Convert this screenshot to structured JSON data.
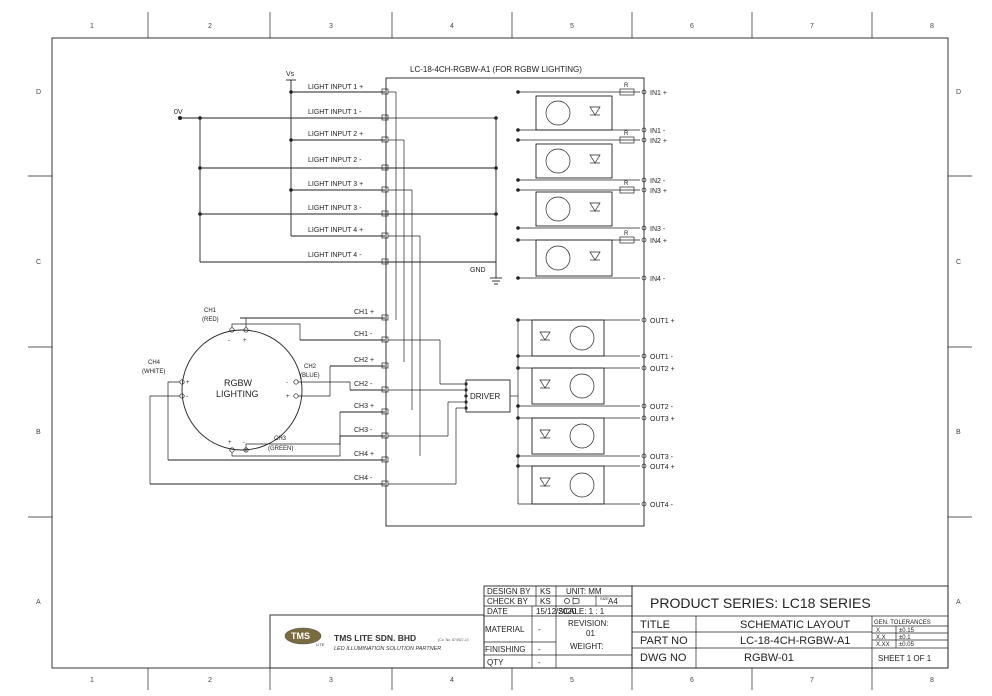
{
  "grid": {
    "cols": [
      "1",
      "2",
      "3",
      "4",
      "5",
      "6",
      "7",
      "8"
    ],
    "rows": [
      "D",
      "C",
      "B",
      "A"
    ]
  },
  "schematic": {
    "title": "LC-18-4CH-RGBW-A1 (FOR RGBW LIGHTING)",
    "vs": "Vs",
    "zero_v": "0V",
    "gnd": "GND",
    "driver": "DRIVER",
    "light_inputs": [
      "LIGHT INPUT 1 +",
      "LIGHT INPUT 1 -",
      "LIGHT INPUT 2 +",
      "LIGHT INPUT 2 -",
      "LIGHT INPUT 3 +",
      "LIGHT INPUT 3 -",
      "LIGHT INPUT 4 +",
      "LIGHT INPUT 4 -"
    ],
    "ch_wires": [
      "CH1 +",
      "CH1 -",
      "CH2 +",
      "CH2 -",
      "CH3 +",
      "CH3 -",
      "CH4 +",
      "CH4 -"
    ],
    "inputs": [
      "IN1 +",
      "IN1 -",
      "IN2 +",
      "IN2 -",
      "IN3 +",
      "IN3 -",
      "IN4 +",
      "IN4 -"
    ],
    "outputs": [
      "OUT1 +",
      "OUT1 -",
      "OUT2 +",
      "OUT2 -",
      "OUT3 +",
      "OUT3 -",
      "OUT4 +",
      "OUT4 -"
    ],
    "resistor": "R",
    "lighting": {
      "label1": "RGBW",
      "label2": "LIGHTING",
      "ch1": "CH1",
      "ch1c": "(RED)",
      "ch2": "CH2",
      "ch2c": "(BLUE)",
      "ch3": "CH3",
      "ch3c": "(GREEN)",
      "ch4": "CH4",
      "ch4c": "(WHITE)",
      "minus": "-",
      "plus": "+"
    }
  },
  "title_block": {
    "design_by_label": "DESIGN BY",
    "design_by": "KS",
    "check_by_label": "CHECK BY",
    "check_by": "KS",
    "date_label": "DATE",
    "date": "15/12/2020",
    "material_label": "MATERIAL",
    "material": "-",
    "finishing_label": "FINISHING",
    "finishing": "-",
    "qty_label": "QTY",
    "qty": "-",
    "unit": "UNIT:  MM",
    "size": "A4",
    "size_label": "SIZE",
    "scale": "SCALE: 1 : 1",
    "revision_label": "REVISION:",
    "revision": "01",
    "weight_label": "WEIGHT:",
    "product_series": "PRODUCT SERIES:  LC18 SERIES",
    "title_label": "TITLE",
    "title": "SCHEMATIC  LAYOUT",
    "part_no_label": "PART NO",
    "part_no": "LC-18-4CH-RGBW-A1",
    "dwg_no_label": "DWG NO",
    "dwg_no": "RGBW-01",
    "gen_tol": "GEN. TOLERANCES",
    "tol": [
      [
        "X",
        "±0.15"
      ],
      [
        "X.X",
        "±0.1"
      ],
      [
        "X.XX",
        "±0.05"
      ]
    ],
    "sheet": "SHEET 1 OF 1",
    "company_logo": "TMS",
    "company_logo_sub": "LITE",
    "company": "TMS LITE SDN. BHD",
    "company_reg": "(Co. No. 874927-U)",
    "company_tagline": "LED ILLUMINATION SOLUTION PARTNER"
  }
}
